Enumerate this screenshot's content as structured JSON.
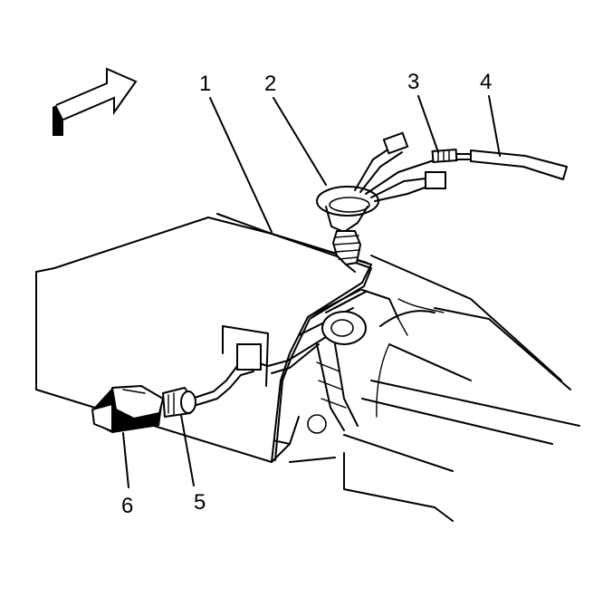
{
  "diagram": {
    "callouts": [
      {
        "id": "1",
        "text": "1"
      },
      {
        "id": "2",
        "text": "2"
      },
      {
        "id": "3",
        "text": "3"
      },
      {
        "id": "4",
        "text": "4"
      },
      {
        "id": "5",
        "text": "5"
      },
      {
        "id": "6",
        "text": "6"
      }
    ],
    "colors": {
      "ink": "#000000",
      "paper": "#ffffff"
    },
    "icons": [
      "direction-arrow-icon"
    ]
  }
}
